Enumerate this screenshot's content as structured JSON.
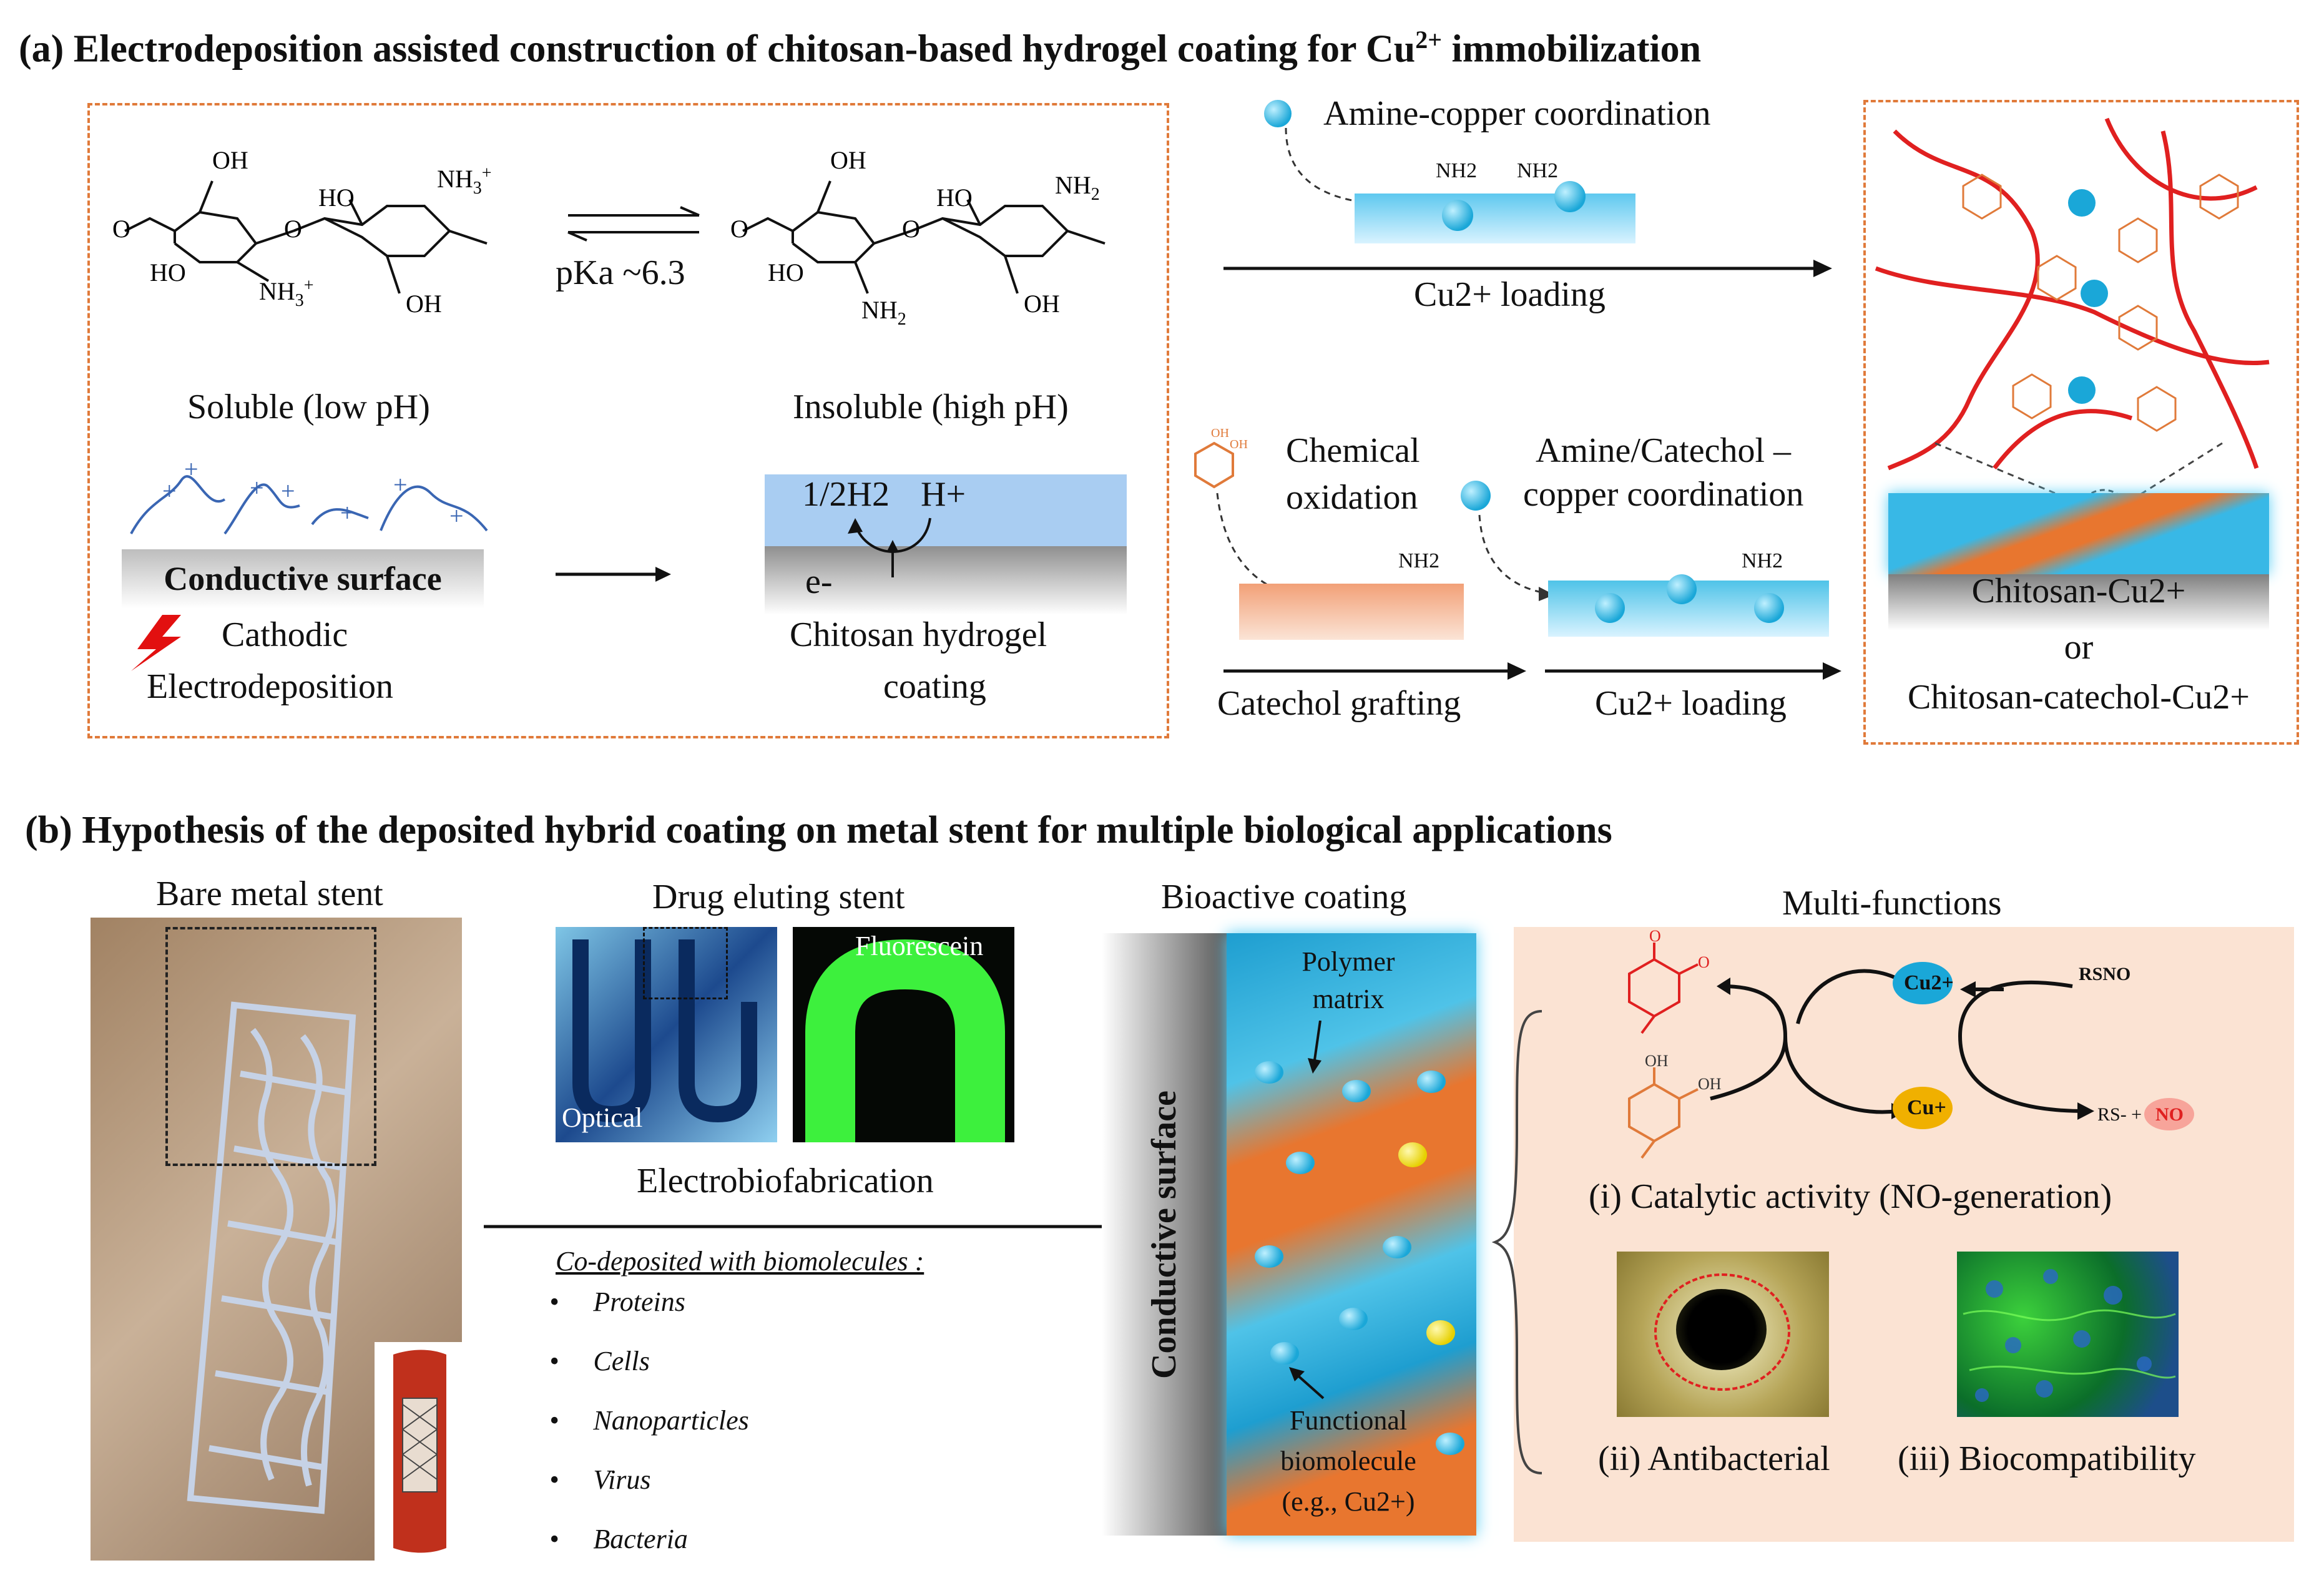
{
  "panel_a": {
    "title_prefix": "(a) Electrodeposition assisted construction of chitosan-based hydrogel coating for Cu",
    "title_sup": "2+",
    "title_suffix": " immobilization",
    "soluble_label": "Soluble (low pH)",
    "insoluble_label": "Insoluble (high pH)",
    "pka_label": "pKa ~6.3",
    "conductive_surface": "Conductive surface",
    "cathodic": "Cathodic",
    "electrodeposition": "Electrodeposition",
    "half_h2": "1/2H2",
    "h_plus": "H+",
    "e_minus": "e-",
    "chitosan_hydrogel": "Chitosan hydrogel",
    "coating": "coating",
    "amine_copper": "Amine-copper coordination",
    "cu_loading_top": "Cu2+ loading",
    "chemical": "Chemical",
    "oxidation": "oxidation",
    "amine_catechol_1": "Amine/Catechol –",
    "amine_catechol_2": "copper coordination",
    "catechol_grafting": "Catechol grafting",
    "cu_loading_bottom": "Cu2+ loading",
    "chitosan_cu": "Chitosan-Cu2+",
    "or": "or",
    "chitosan_catechol_cu": "Chitosan-catechol-Cu2+",
    "nh2": "NH2",
    "oh": "OH",
    "nh3": "NH3+",
    "ho": "HO"
  },
  "panel_b": {
    "title": "(b) Hypothesis of the deposited hybrid coating on metal stent for multiple biological applications",
    "bare_metal_stent": "Bare metal stent",
    "drug_eluting_stent": "Drug eluting stent",
    "optical": "Optical",
    "fluorescein": "Fluorescein",
    "electrobiofabrication": "Electrobiofabrication",
    "codeposited": "Co-deposited with biomolecules :",
    "biomolecules": [
      "Proteins",
      "Cells",
      "Nanoparticles",
      "Virus",
      "Bacteria"
    ],
    "bioactive_coating": "Bioactive coating",
    "conductive_surface": "Conductive surface",
    "polymer_matrix_1": "Polymer",
    "polymer_matrix_2": "matrix",
    "functional_1": "Functional",
    "functional_2": "biomolecule",
    "functional_3": "(e.g., Cu2+)",
    "multi_functions": "Multi-functions",
    "rsno": "RSNO",
    "rs_no": "RS- + ",
    "no": "NO",
    "cu2": "Cu2+",
    "cu1": "Cu+",
    "catalytic": "(i) Catalytic activity (NO-generation)",
    "antibacterial": "(ii) Antibacterial",
    "biocompat": "(iii) Biocompatibility"
  },
  "colors": {
    "orange_dash": "#e07a3a",
    "cyan": "#4fc3e8",
    "orange_layer": "#e8762f",
    "red_network": "#e02020",
    "peach_bg": "#fbe3d3"
  }
}
